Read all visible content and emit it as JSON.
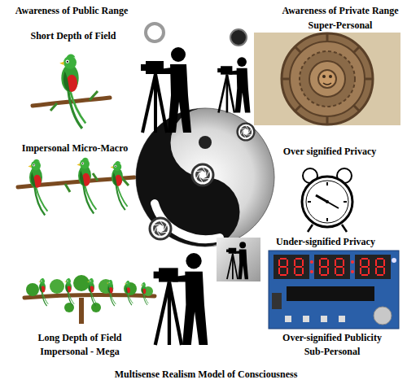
{
  "diagram": {
    "caption": "Multisense Realism Model of Consciousness",
    "labels": [
      "Awareness of Public Range",
      "Awareness of Private Range",
      "Super-Personal",
      "Short Depth of Field",
      "Impersonal Micro-Macro",
      "Over signified Privacy",
      "Under-signified Privacy",
      "Long Depth of Field",
      "Over-signified Publicity",
      "Impersonal - Mega",
      "Sub-Personal"
    ]
  }
}
